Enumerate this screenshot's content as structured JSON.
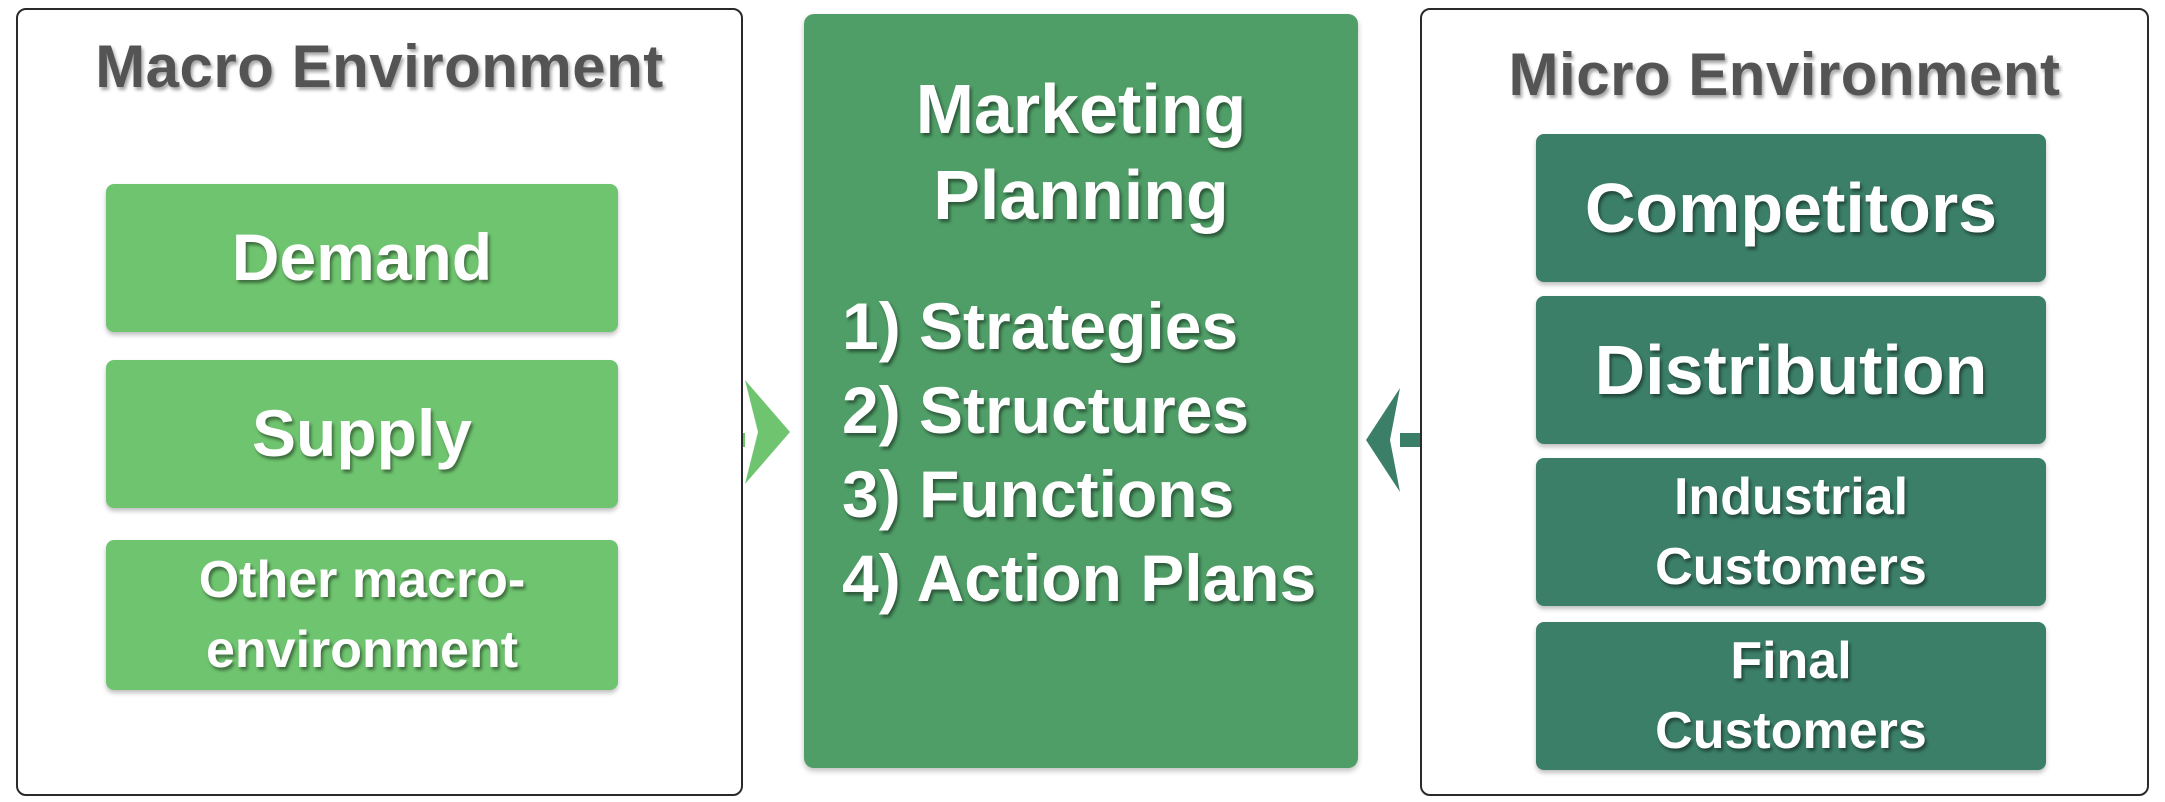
{
  "macro": {
    "title": "Macro Environment",
    "items": [
      {
        "label": "Demand"
      },
      {
        "label": "Supply"
      },
      {
        "label": "Other macro-environment"
      }
    ]
  },
  "planning": {
    "title_line1": "Marketing",
    "title_line2": "Planning",
    "steps": [
      "1) Strategies",
      "2) Structures",
      "3) Functions",
      "4) Action Plans"
    ]
  },
  "micro": {
    "title": "Micro Environment",
    "items": [
      {
        "label": "Competitors"
      },
      {
        "label": "Distribution"
      },
      {
        "label": "Industrial Customers"
      },
      {
        "label": "Final Customers"
      }
    ]
  },
  "colors": {
    "macro_green": "#6fc56f",
    "planning_green": "#4f9e67",
    "micro_green": "#3b7f69",
    "title_gray": "#545454"
  }
}
